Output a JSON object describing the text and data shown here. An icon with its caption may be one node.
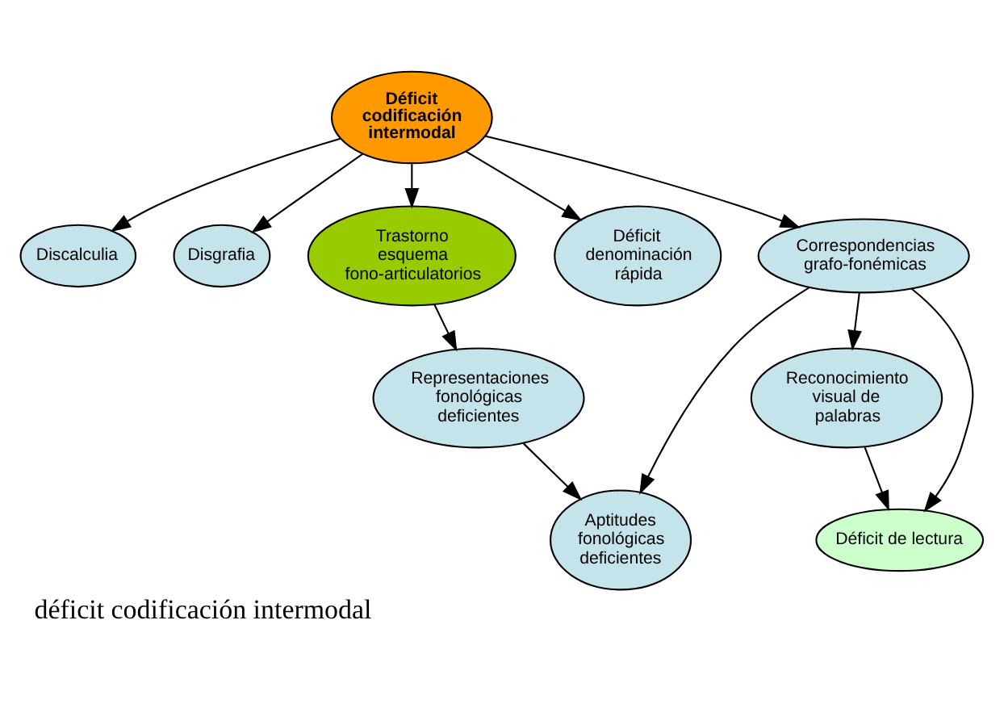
{
  "diagram": {
    "caption": "déficit codificación intermodal",
    "nodes": [
      {
        "text": [
          "Déficit codificación intermodal"
        ]
      },
      {
        "text": [
          "Discalculia"
        ]
      },
      {
        "text": [
          "Disgrafia"
        ]
      },
      {
        "text": [
          "Trastorno esquema fono-articulatorios"
        ]
      },
      {
        "text": [
          "Déficit denominación rápida"
        ]
      },
      {
        "text": [
          "Correspondencias grafo-fonémicas"
        ]
      },
      {
        "text": [
          "Representaciones fonológicas deficientes"
        ]
      },
      {
        "text": [
          "Reconocimiento visual de palabras"
        ]
      },
      {
        "text": [
          "Déficit de lectura"
        ]
      },
      {
        "text": [
          "Aptitudes fonológicas deficientes"
        ]
      }
    ],
    "edges": [
      {
        "from": 0,
        "to": 1,
        "arrow": "to"
      },
      {
        "from": 0,
        "to": 2,
        "arrow": "to"
      },
      {
        "from": 0,
        "to": 3,
        "arrow": "to"
      },
      {
        "from": 0,
        "to": 4,
        "arrow": "to"
      },
      {
        "from": 0,
        "to": 5,
        "arrow": "to"
      },
      {
        "from": 3,
        "to": 6,
        "arrow": "to"
      },
      {
        "from": 6,
        "to": 9,
        "arrow": "to"
      },
      {
        "from": 5,
        "to": 7,
        "arrow": "to"
      },
      {
        "from": 5,
        "to": 8,
        "arrow": "to"
      },
      {
        "from": 5,
        "to": 9,
        "arrow": "to"
      },
      {
        "from": 7,
        "to": 8,
        "arrow": "to"
      }
    ]
  }
}
